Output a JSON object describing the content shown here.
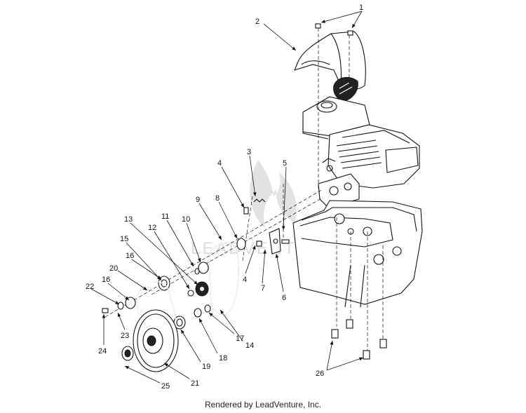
{
  "footer": {
    "text": "Rendered by LeadVenture, Inc."
  },
  "watermark": {
    "text": "LEADVENTURE"
  },
  "callouts": [
    "1",
    "2",
    "3",
    "4",
    "5",
    "8",
    "9",
    "10",
    "11",
    "12",
    "13",
    "15",
    "16",
    "20",
    "22",
    "16",
    "23",
    "24",
    "25",
    "21",
    "19",
    "18",
    "17",
    "14",
    "4",
    "7",
    "6",
    "26"
  ]
}
